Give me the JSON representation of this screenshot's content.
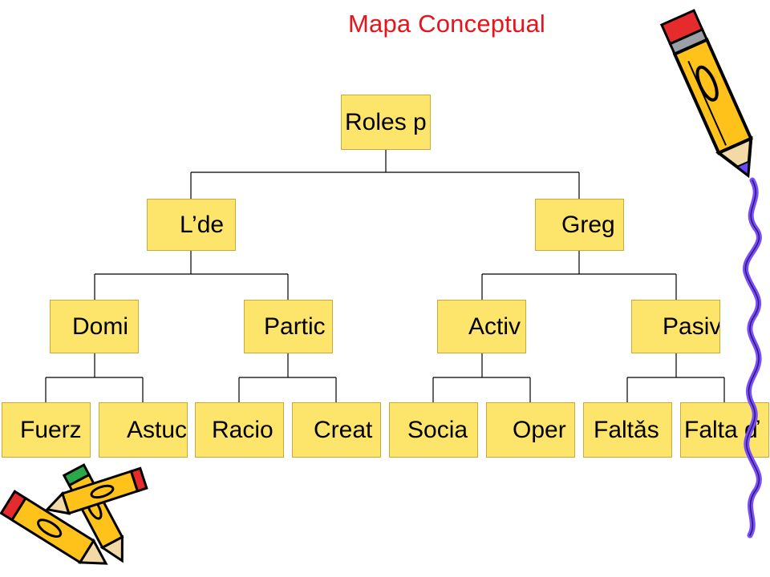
{
  "title": "Mapa Conceptual",
  "colors": {
    "title": "#e8141b",
    "node_fill": "#fde46b",
    "node_border": "#c9a93a",
    "line": "#000000",
    "vine": "#7a4dff"
  },
  "nodes": {
    "root": "Roles p",
    "l1_left": "L’de",
    "l1_right": "Greg",
    "l2_dom": "Domi",
    "l2_partic": "Partic",
    "l2_activ": "Activ",
    "l2_pasiv": "Pasiv",
    "l3_fuerz": "Fuerz",
    "l3_astuc": "Astuc",
    "l3_racio": "Racio",
    "l3_creat": "Creat",
    "l3_socia": "Socia",
    "l3_oper": "Oper",
    "l3_falta1": "Faltǎs",
    "l3_falta2": "Falta ď"
  },
  "decorations": [
    "pencil-icon",
    "crossed-pencils-icon",
    "purple-vine-icon"
  ]
}
